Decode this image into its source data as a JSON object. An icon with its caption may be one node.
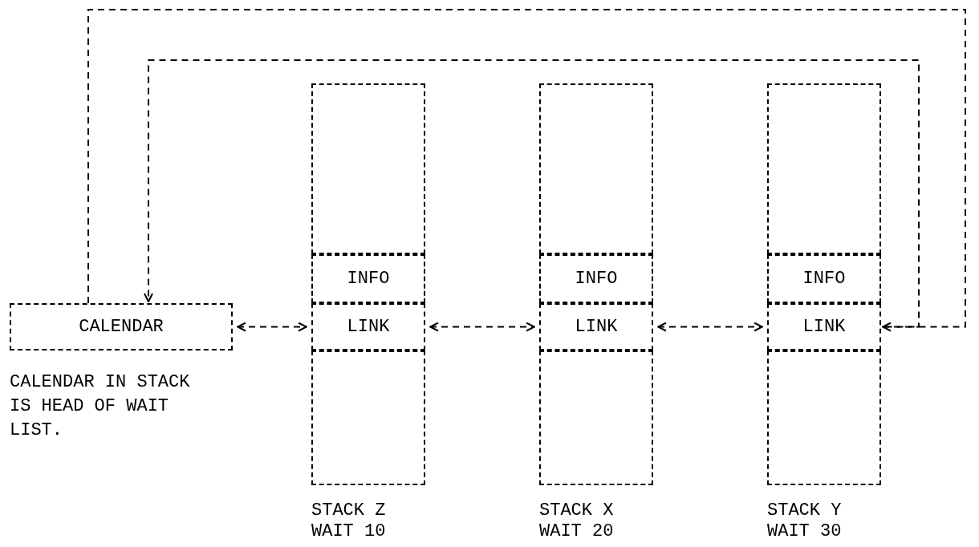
{
  "diagram": {
    "nodes": [
      {
        "text": [
          "CALENDAR"
        ]
      },
      {
        "text": [
          "STACK Z",
          "WAIT 10"
        ]
      },
      {
        "text": [],
        "shape": "box",
        "in": 1
      },
      {
        "text": [
          "INFO"
        ],
        "in": 1
      },
      {
        "text": [
          "LINK"
        ],
        "in": 1
      },
      {
        "text": [],
        "shape": "box",
        "in": 1
      },
      {
        "text": [
          "STACK X",
          "WAIT 20"
        ]
      },
      {
        "text": [],
        "shape": "box",
        "in": 6
      },
      {
        "text": [
          "INFO"
        ],
        "in": 6
      },
      {
        "text": [
          "LINK"
        ],
        "in": 6
      },
      {
        "text": [],
        "shape": "box",
        "in": 6
      },
      {
        "text": [
          "STACK Y",
          "WAIT 30"
        ]
      },
      {
        "text": [],
        "shape": "box",
        "in": 11
      },
      {
        "text": [
          "INFO"
        ],
        "in": 11
      },
      {
        "text": [
          "LINK"
        ],
        "in": 11
      },
      {
        "text": [],
        "shape": "box",
        "in": 11
      }
    ],
    "edges": [
      {
        "from": 0,
        "to": 4,
        "arrow": "both"
      },
      {
        "from": 4,
        "to": 9,
        "arrow": "both"
      },
      {
        "from": 9,
        "to": 14,
        "arrow": "both"
      },
      {
        "from": 0,
        "to": 14,
        "arrow": "to"
      },
      {
        "from": 14,
        "to": 0,
        "arrow": "to"
      }
    ],
    "labels": [
      "CALENDAR IN STACK IS HEAD OF WAIT LIST."
    ]
  }
}
